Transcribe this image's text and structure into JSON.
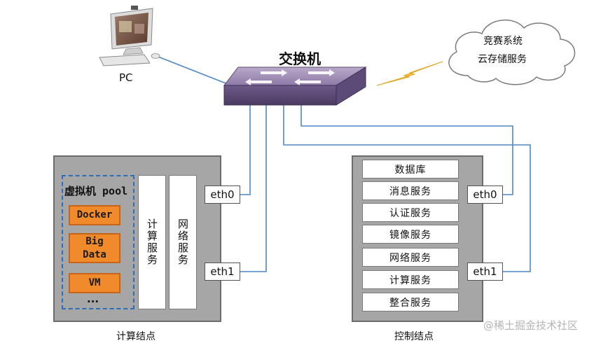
{
  "pc": {
    "label": "PC"
  },
  "switch": {
    "label": "交换机"
  },
  "cloud": {
    "line1": "竞赛系统",
    "line2": "云存储服务"
  },
  "compute_node": {
    "label": "计算结点",
    "pool_label": "虚拟机 pool",
    "vms": [
      "Docker",
      "Big\nData",
      "VM",
      "..."
    ],
    "service_compute": "计算服务",
    "service_network": "网络服务",
    "eth0": "eth0",
    "eth1": "eth1"
  },
  "control_node": {
    "label": "控制结点",
    "services": [
      "数据库",
      "消息服务",
      "认证服务",
      "镜像服务",
      "网络服务",
      "计算服务",
      "整合服务"
    ],
    "eth0": "eth0",
    "eth1": "eth1"
  },
  "watermark": "@稀土掘金技术社区",
  "colors": {
    "link": "#4f87c4",
    "box": "#a6a6a6",
    "vm": "#f08a2a",
    "bolt": "#f5c242"
  }
}
